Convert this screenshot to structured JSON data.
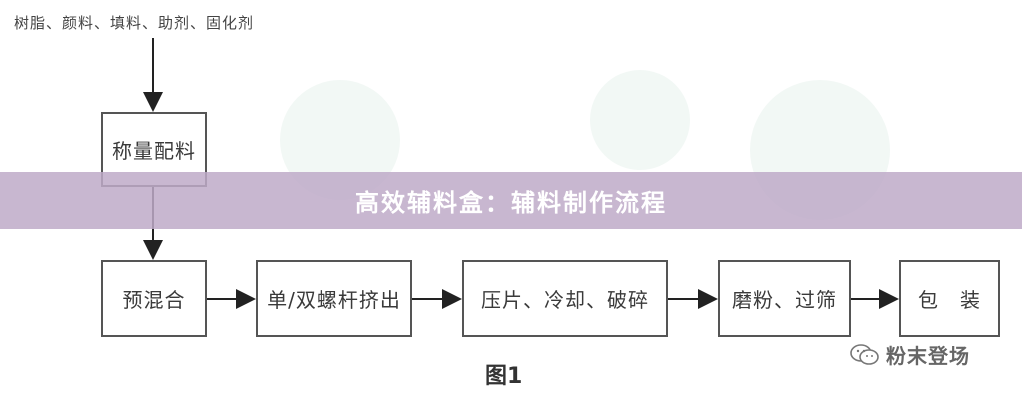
{
  "inputs": "树脂、颜料、填料、助剂、固化剂",
  "steps": {
    "weigh": "称量配料",
    "premix": "预混合",
    "extrude": "单/双螺杆挤出",
    "press": "压片、冷却、破碎",
    "grind": "磨粉、过筛",
    "pack": "包　装"
  },
  "banner_title": "高效辅料盒：辅料制作流程",
  "figure_label": "图1",
  "brand_name": "粉末登场",
  "brand_icon": "wechat-icon",
  "colors": {
    "banner": "#bea9c8",
    "box_border": "#555555",
    "arrow": "#222222"
  }
}
